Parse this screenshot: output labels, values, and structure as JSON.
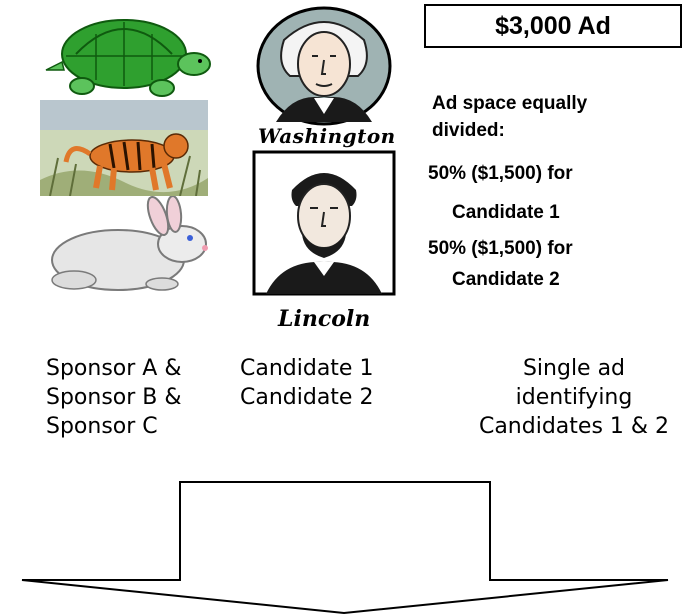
{
  "ad_box": {
    "title": "$3,000 Ad"
  },
  "ad_note": {
    "line1": "Ad space equally",
    "line2": "divided:",
    "line3": "50% ($1,500) for",
    "line4": "Candidate 1",
    "line5": "50% ($1,500) for",
    "line6": "Candidate 2"
  },
  "portraits": {
    "washington_caption": "Washington",
    "lincoln_caption": "Lincoln"
  },
  "sponsors": {
    "line1": "Sponsor A &",
    "line2": "Sponsor B &",
    "line3": "Sponsor C"
  },
  "candidates": {
    "line1": "Candidate 1",
    "line2": "Candidate 2"
  },
  "single_ad": {
    "line1": "Single ad",
    "line2": "identifying",
    "line3": "Candidates 1 & 2"
  },
  "colors": {
    "turtle_green": "#2f9a2f",
    "tiger_orange": "#e0782a",
    "portrait_frame": "#000000"
  }
}
